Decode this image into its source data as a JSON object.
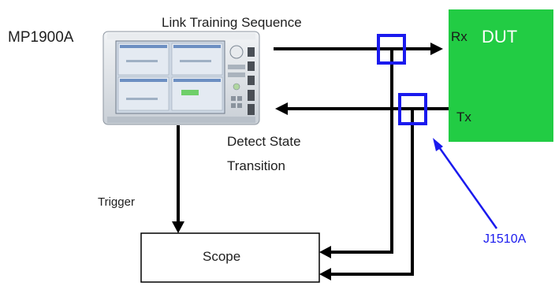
{
  "instrument": {
    "name": "MP1900A"
  },
  "signals": {
    "link_training": "Link Training Sequence",
    "detect_state_line1": "Detect State",
    "detect_state_line2": "Transition",
    "trigger": "Trigger"
  },
  "dut": {
    "title": "DUT",
    "rx": "Rx",
    "tx": "Tx"
  },
  "scope": {
    "label": "Scope"
  },
  "probe": {
    "name": "J1510A"
  },
  "colors": {
    "dut_fill": "#22cc44",
    "probe_blue": "#1a1aee",
    "line": "#000000",
    "device_body": "#dfe3e8",
    "screen": "#cdd7e3"
  }
}
